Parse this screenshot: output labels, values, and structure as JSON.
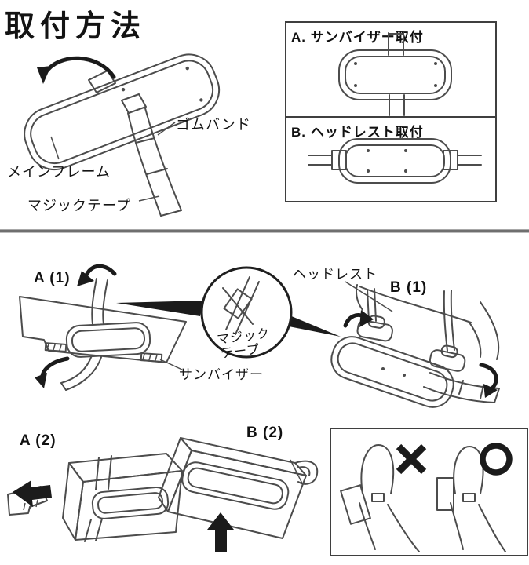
{
  "colors": {
    "background": "#ffffff",
    "line_art": "#4c4c4c",
    "text": "#141414",
    "arrow_black": "#1b1b1b",
    "divider_gray": "#6f6f6f",
    "border_dark": "#3f3f3f"
  },
  "title": "取付方法",
  "overview": {
    "labels": {
      "rubber_band": "ゴムバンド",
      "main_frame": "メインフレーム",
      "magic_tape": "マジックテープ"
    }
  },
  "mounting_options": {
    "option_a_title": "A. サンバイザー取付",
    "option_b_title": "B. ヘッドレスト取付"
  },
  "steps": {
    "a1": "A (1)",
    "b1": "B (1)",
    "a2": "A (2)",
    "b2": "B (2)"
  },
  "captions": {
    "sun_visor": "サンバイザー",
    "headrest": "ヘッドレスト"
  },
  "detail_callout": {
    "line1": "マジック",
    "line2": "テープ"
  },
  "marks": {
    "wrong": "×",
    "correct": "○"
  }
}
